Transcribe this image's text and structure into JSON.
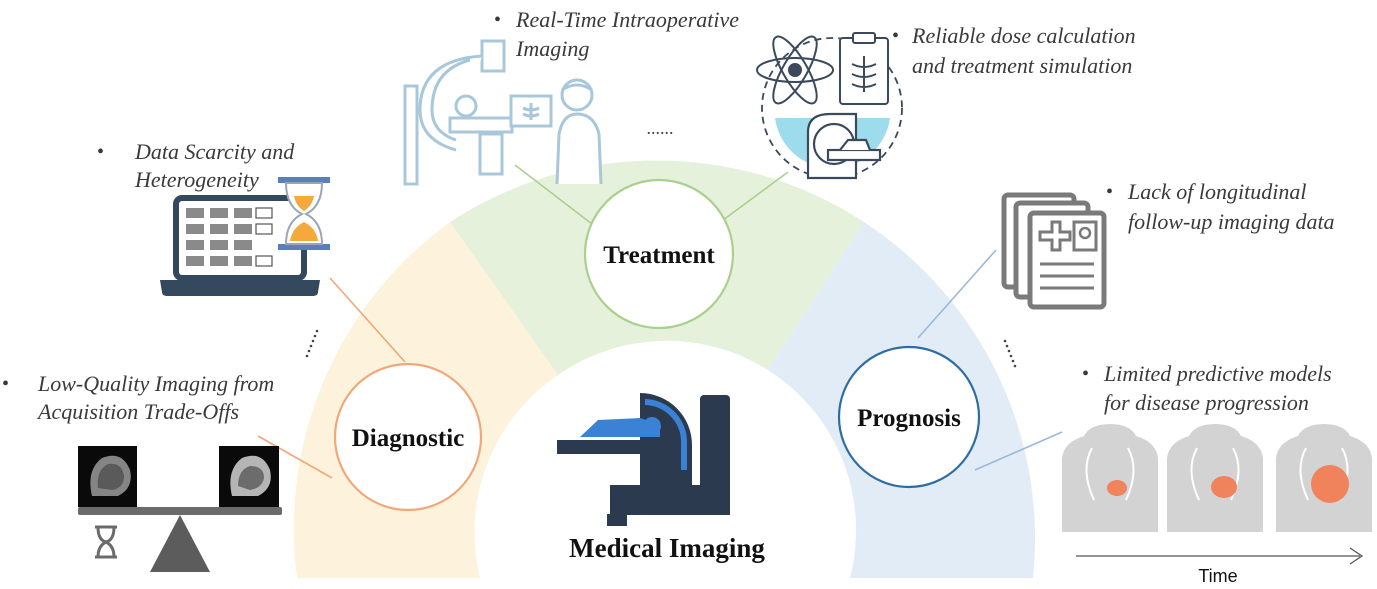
{
  "center": {
    "title": "Medical Imaging"
  },
  "stages": {
    "diagnostic": {
      "label": "Diagnostic",
      "color": "#F0A878",
      "band": "#FDF3DC"
    },
    "treatment": {
      "label": "Treatment",
      "color": "#A9D08E",
      "band": "#E4F1DA"
    },
    "prognosis": {
      "label": "Prognosis",
      "color": "#2E6DA4",
      "band": "#E1ECF7"
    }
  },
  "challenges": {
    "data_scarcity": {
      "bullet": "•",
      "line1": "Data Scarcity and",
      "line2": "Heterogeneity"
    },
    "low_quality": {
      "bullet": "•",
      "line1": "Low-Quality Imaging from",
      "line2": "Acquisition Trade-Offs"
    },
    "intraoperative": {
      "bullet": "•",
      "line1": "Real-Time Intraoperative",
      "line2": "Imaging"
    },
    "dose": {
      "bullet": "•",
      "line1": "Reliable dose calculation",
      "line2": "and treatment simulation"
    },
    "longitudinal": {
      "bullet": "•",
      "line1": "Lack of longitudinal",
      "line2": "follow-up imaging data"
    },
    "predictive": {
      "bullet": "•",
      "line1": "Limited predictive models",
      "line2": "for disease progression"
    }
  },
  "ellipsis": {
    "treatment": "......"
  },
  "timeline": {
    "label": "Time"
  },
  "icons": [
    "laptop-table-icon",
    "hourglass-icon",
    "balance-scale-icon",
    "mri-brain-icon",
    "c-arm-xray-icon",
    "surgeon-icon",
    "atom-icon",
    "clipboard-xray-icon",
    "ct-scanner-icon",
    "medical-record-icon",
    "torso-tumor-icon",
    "mri-scanner-icon"
  ]
}
